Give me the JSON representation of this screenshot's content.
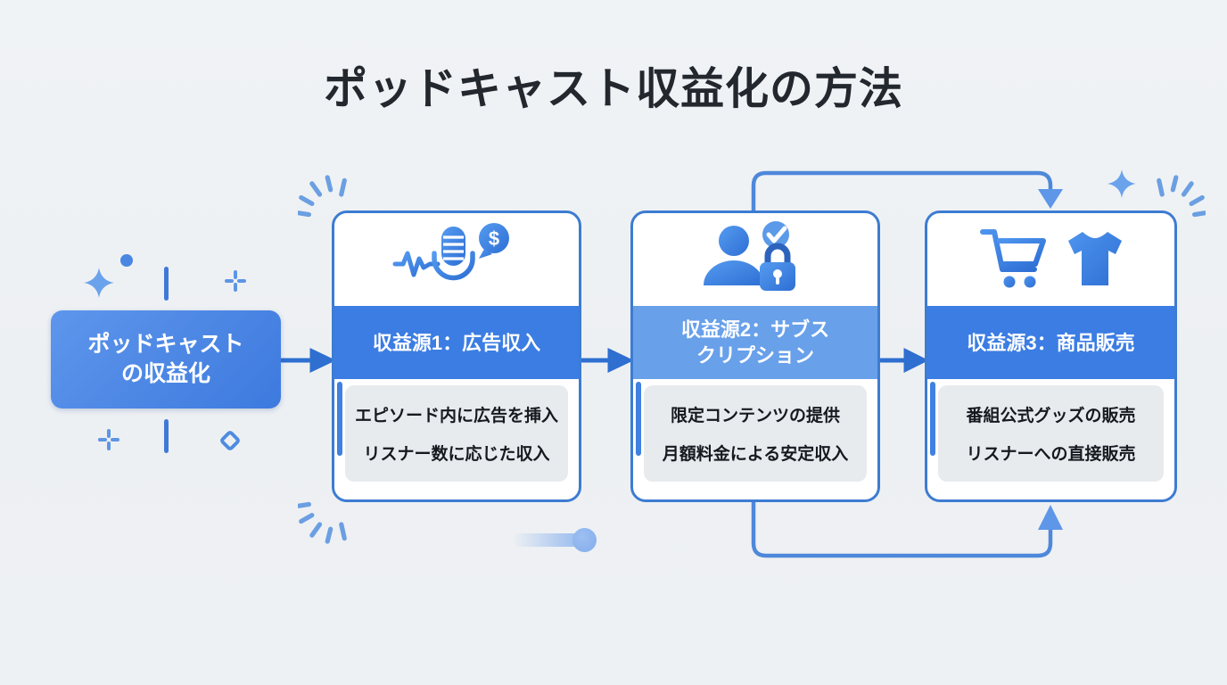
{
  "title": "ポッドキャスト収益化の方法",
  "source_box": {
    "line1": "ポッドキャスト",
    "line2": "の収益化"
  },
  "cards": [
    {
      "icon": "microphone-waveform-dollar-icon",
      "header_l1": "収益源1：広告収入",
      "header_l2": "",
      "items": [
        "エピソード内に広告を挿入",
        "リスナー数に応じた収入"
      ]
    },
    {
      "icon": "subscriber-check-lock-icon",
      "header_l1": "収益源2：サブス",
      "header_l2": "クリプション",
      "items": [
        "限定コンテンツの提供",
        "月額料金による安定収入"
      ]
    },
    {
      "icon": "cart-tshirt-icon",
      "header_l1": "収益源3：商品販売",
      "header_l2": "",
      "items": [
        "番組公式グッズの販売",
        "リスナーへの直接販売"
      ]
    }
  ],
  "colors": {
    "background": "#eef1f3",
    "title_text": "#23272e",
    "node_blue_gradient_start": "#5e96ec",
    "node_blue_gradient_end": "#3d7ade",
    "card_border": "#3d7cd2",
    "band_blue": "#3b7de3",
    "band_light_blue": "#68a0ea",
    "body_panel": "#e8ebee",
    "body_text": "#16191f",
    "arrow_blue": "#2e6fd0",
    "loop_blue": "#4e88da",
    "deco_blue": "#6ba2ec"
  }
}
